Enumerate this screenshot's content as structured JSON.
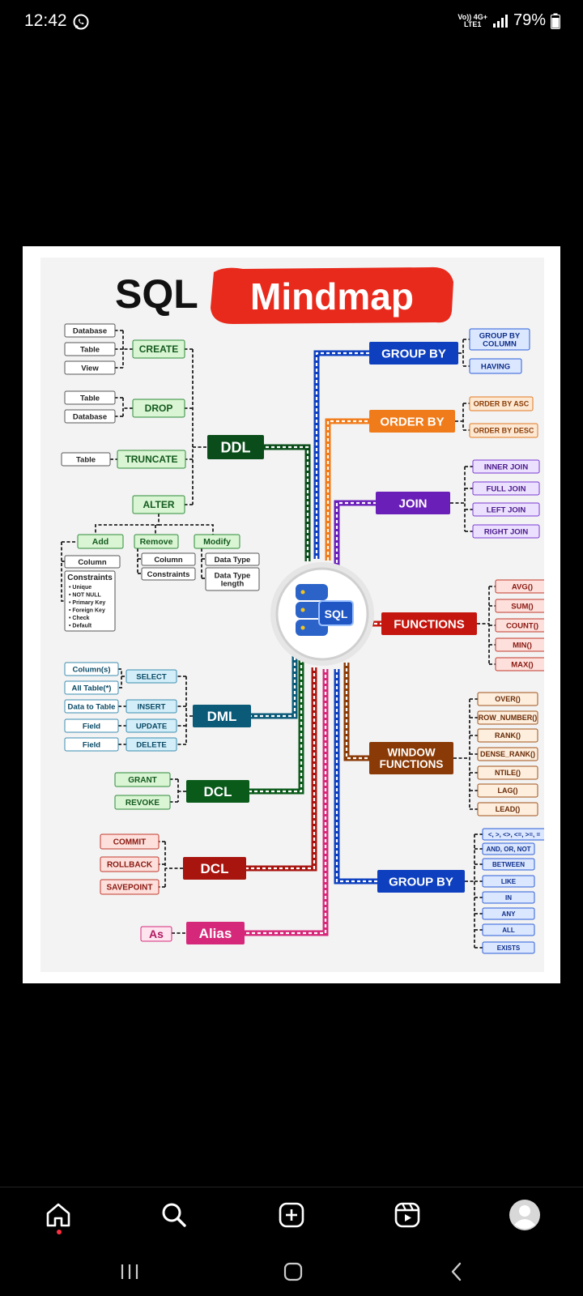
{
  "status_bar": {
    "time": "12:42",
    "network_top": "Vo)) 4G+",
    "network_bottom": "LTE1",
    "battery": "79%"
  },
  "post": {
    "mindmap": {
      "title_left": "SQL",
      "title_right": "Mindmap",
      "center_label": "SQL",
      "ddl": {
        "label": "DDL",
        "create": {
          "label": "CREATE",
          "items": [
            "Database",
            "Table",
            "View"
          ]
        },
        "drop": {
          "label": "DROP",
          "items": [
            "Table",
            "Database"
          ]
        },
        "truncate": {
          "label": "TRUNCATE",
          "items": [
            "Table"
          ]
        },
        "alter": {
          "label": "ALTER",
          "add": {
            "label": "Add",
            "items": [
              "Column",
              "Constraints"
            ],
            "constraints": [
              "Unique",
              "NOT NULL",
              "Primary Key",
              "Foreign Key",
              "Check",
              "Default"
            ]
          },
          "remove": {
            "label": "Remove",
            "items": [
              "Column",
              "Constraints"
            ]
          },
          "modify": {
            "label": "Modify",
            "items": [
              "Data Type",
              "Data Type length"
            ]
          }
        }
      },
      "dml": {
        "label": "DML",
        "ops": [
          "SELECT",
          "INSERT",
          "UPDATE",
          "DELETE"
        ],
        "targets": [
          "Column(s)",
          "All Table(*)",
          "Data to Table",
          "Field",
          "Field"
        ]
      },
      "dcl": {
        "label": "DCL",
        "items": [
          "GRANT",
          "REVOKE"
        ]
      },
      "tcl": {
        "label": "DCL",
        "items": [
          "COMMIT",
          "ROLLBACK",
          "SAVEPOINT"
        ]
      },
      "alias": {
        "label": "Alias",
        "items": [
          "As"
        ]
      },
      "group_by": {
        "label": "GROUP BY",
        "items": [
          "GROUP BY COLUMN",
          "HAVING"
        ]
      },
      "order_by": {
        "label": "ORDER BY",
        "items": [
          "ORDER BY ASC",
          "ORDER BY DESC"
        ]
      },
      "join": {
        "label": "JOIN",
        "items": [
          "INNER JOIN",
          "FULL JOIN",
          "LEFT JOIN",
          "RIGHT JOIN"
        ]
      },
      "functions": {
        "label": "FUNCTIONS",
        "items": [
          "AVG()",
          "SUM()",
          "COUNT()",
          "MIN()",
          "MAX()"
        ]
      },
      "window_functions": {
        "label": "WINDOW FUNCTIONS",
        "items": [
          "OVER()",
          "ROW_NUMBER()",
          "RANK()",
          "DENSE_RANK()",
          "NTILE()",
          "LAG()",
          "LEAD()"
        ]
      },
      "operators": {
        "label": "GROUP BY",
        "items": [
          "<, >, <>, <=, >=, =",
          "AND, OR, NOT",
          "BETWEEN",
          "LIKE",
          "IN",
          "ANY",
          "ALL",
          "EXISTS"
        ]
      }
    }
  },
  "colors": {
    "ddl": "#0a4d1a",
    "dml": "#0a5a78",
    "dcl": "#0a5a1a",
    "tcl": "#a8140e",
    "alias": "#d6287a",
    "group_by": "#0d3fbf",
    "order_by": "#f07b1a",
    "join": "#6a1fb8",
    "functions": "#c4160e",
    "window": "#8a3a06",
    "title_red": "#e82a1c"
  }
}
